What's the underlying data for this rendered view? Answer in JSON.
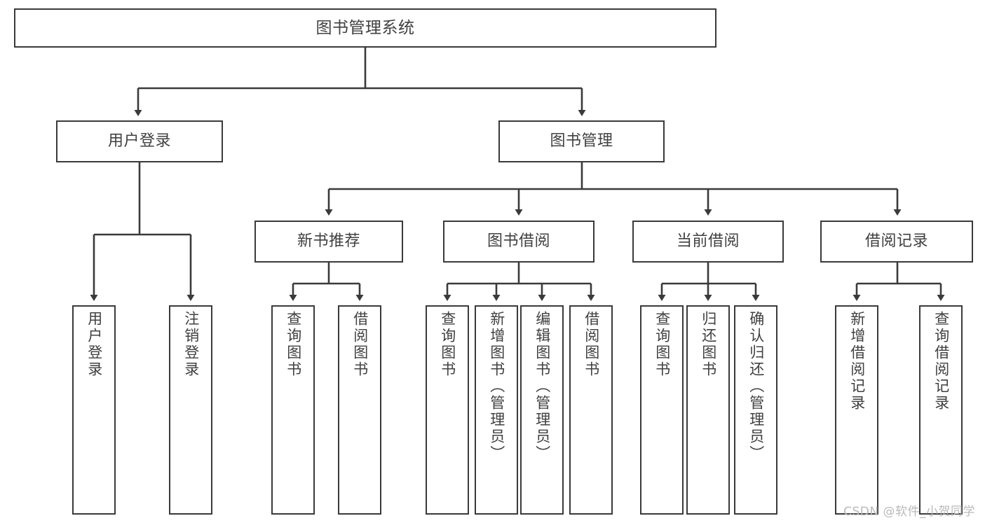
{
  "diagram": {
    "title": "图书管理系统",
    "type": "tree-hierarchy",
    "orientation": "top-down",
    "colors": {
      "stroke": "#3a3a3a",
      "fill": "#ffffff",
      "text": "#404040",
      "watermark": "#b9b9b9",
      "background": "#ffffff"
    }
  },
  "root": {
    "label": "图书管理系统"
  },
  "level2": {
    "user_login": {
      "label": "用户登录"
    },
    "book_manage": {
      "label": "图书管理"
    }
  },
  "level3": {
    "new_book_recommend": {
      "label": "新书推荐"
    },
    "book_borrow": {
      "label": "图书借阅"
    },
    "current_borrow": {
      "label": "当前借阅"
    },
    "borrow_record": {
      "label": "借阅记录"
    }
  },
  "leaves": {
    "user_login": [
      {
        "label": "用户登录"
      },
      {
        "label": "注销登录"
      }
    ],
    "new_book_recommend": [
      {
        "label": "查询图书"
      },
      {
        "label": "借阅图书"
      }
    ],
    "book_borrow": [
      {
        "label": "查询图书"
      },
      {
        "label": "新增图书（管理员）"
      },
      {
        "label": "编辑图书（管理员）"
      },
      {
        "label": "借阅图书"
      }
    ],
    "current_borrow": [
      {
        "label": "查询图书"
      },
      {
        "label": "归还图书"
      },
      {
        "label": "确认归还（管理员）"
      }
    ],
    "borrow_record": [
      {
        "label": "新增借阅记录"
      },
      {
        "label": "查询借阅记录"
      }
    ]
  },
  "watermark": {
    "text": "CSDN @软件_小贺同学"
  }
}
